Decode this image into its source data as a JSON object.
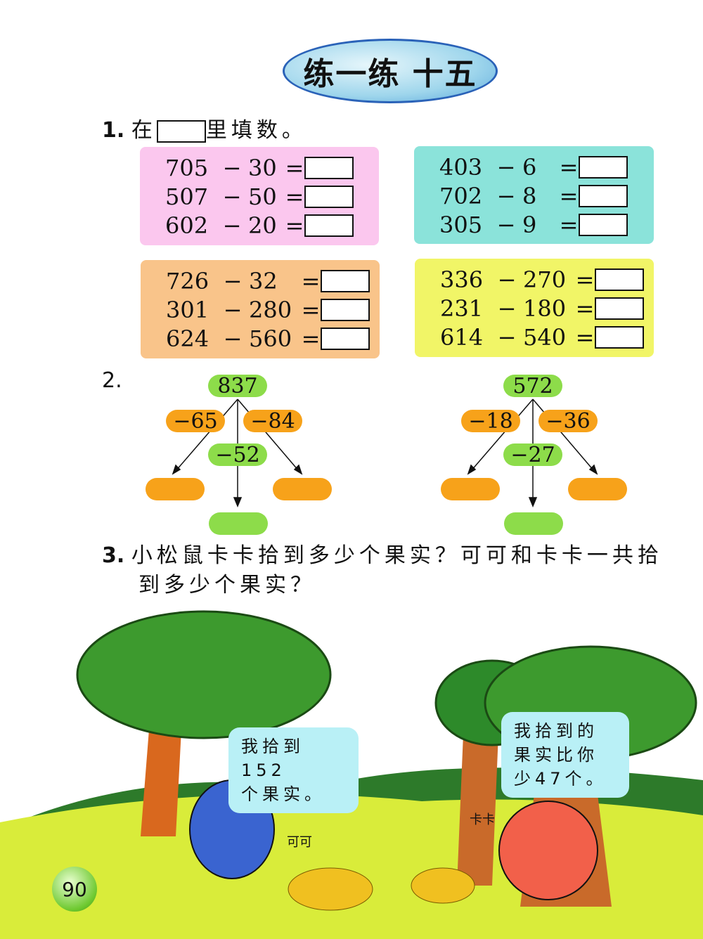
{
  "title": "练一练 十五",
  "page_number": "90",
  "q1": {
    "num": "1.",
    "pre": "在",
    "post": "里填数。",
    "groups": [
      {
        "color": "#fbc7ee",
        "rows": [
          [
            "705",
            "30"
          ],
          [
            "507",
            "50"
          ],
          [
            "602",
            "20"
          ]
        ]
      },
      {
        "color": "#8be3da",
        "rows": [
          [
            "403",
            "6"
          ],
          [
            "702",
            "8"
          ],
          [
            "305",
            "9"
          ]
        ]
      },
      {
        "color": "#f9c48a",
        "rows": [
          [
            "726",
            "32"
          ],
          [
            "301",
            "280"
          ],
          [
            "624",
            "560"
          ]
        ]
      },
      {
        "color": "#f1f567",
        "rows": [
          [
            "336",
            "270"
          ],
          [
            "231",
            "180"
          ],
          [
            "614",
            "540"
          ]
        ]
      }
    ],
    "minus": "−",
    "equals": "="
  },
  "q2": {
    "num": "2.",
    "trees": [
      {
        "top": "837",
        "left": "−65",
        "right": "−84",
        "mid": "−52"
      },
      {
        "top": "572",
        "left": "−18",
        "right": "−36",
        "mid": "−27"
      }
    ]
  },
  "q3": {
    "num": "3.",
    "line1": "小松鼠卡卡拾到多少个果实？可可和卡卡一共拾",
    "line2": "到多少个果实？",
    "bubble_left": [
      "我拾到152",
      "个果实。"
    ],
    "bubble_right": [
      "我拾到的",
      "果实比你",
      "少47个。"
    ],
    "name_left": "可可",
    "name_right": "卡卡"
  }
}
